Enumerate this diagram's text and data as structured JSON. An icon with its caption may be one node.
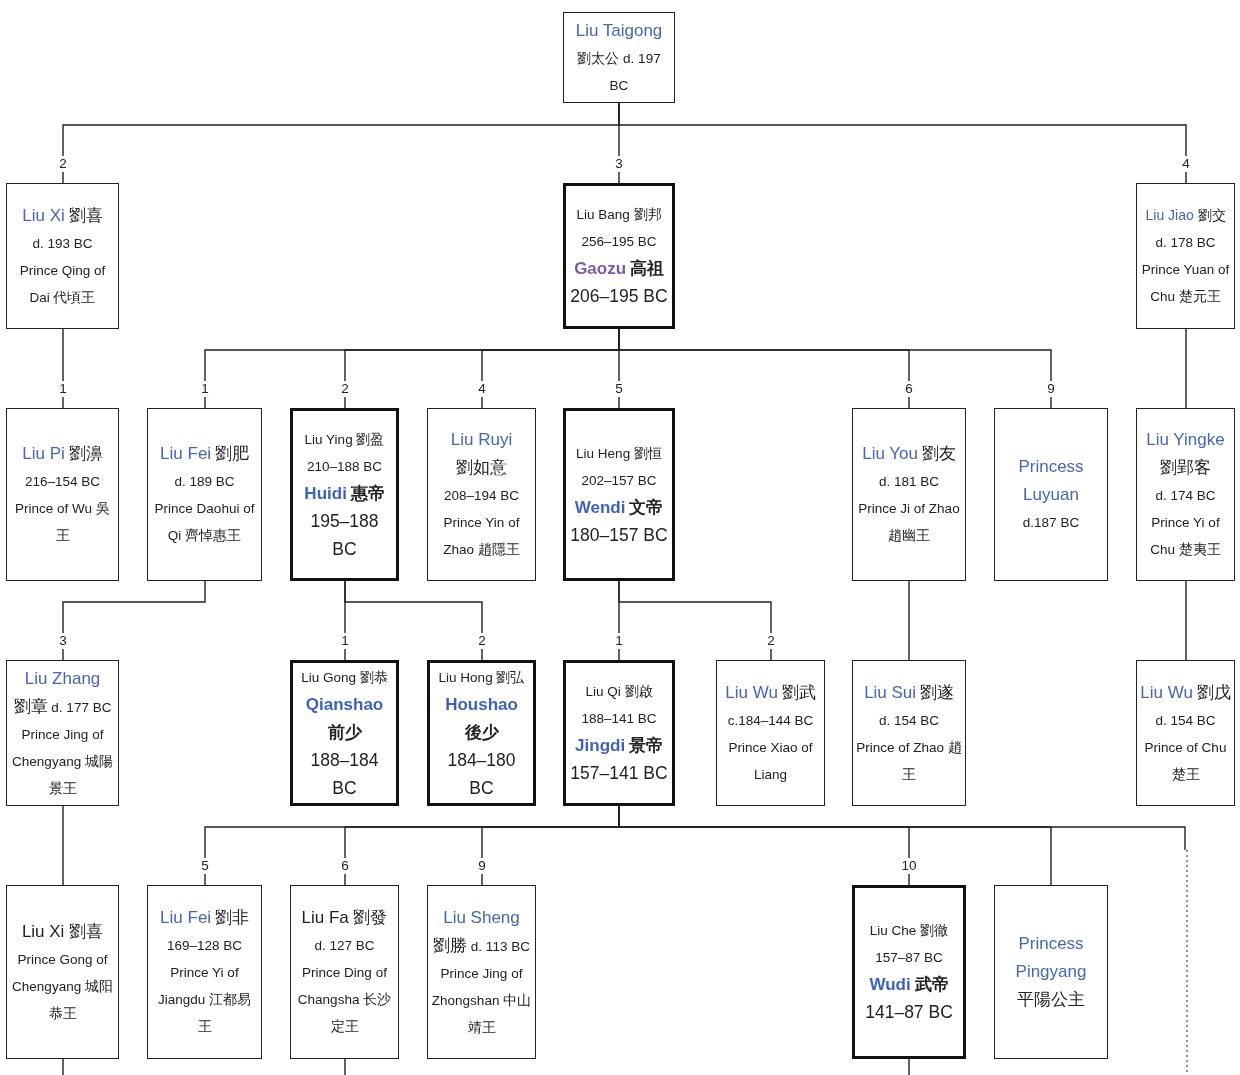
{
  "diagram": {
    "nodes": [
      {
        "text": [
          "Liu Taigong",
          "劉太公",
          "d. 197 BC"
        ]
      },
      {
        "text": [
          "Liu Xi",
          "劉喜",
          "d. 193 BC",
          "Prince Qing of Dai 代頃王"
        ]
      },
      {
        "text": [
          "Liu Bang 劉邦",
          "256–195 BC",
          "Gaozu",
          "高祖",
          "206–195 BC"
        ]
      },
      {
        "text": [
          "Liu Jiao",
          "劉交",
          "d. 178 BC",
          "Prince Yuan of Chu 楚元王"
        ]
      },
      {
        "text": [
          "Liu Pi",
          "劉濞",
          "216–154 BC",
          "Prince of Wu 吳王"
        ]
      },
      {
        "text": [
          "Liu Fei",
          "劉肥",
          "d. 189 BC",
          "Prince Daohui of Qi 齊悼惠王"
        ]
      },
      {
        "text": [
          "Liu Ying 劉盈",
          "210–188 BC",
          "Huidi",
          "惠帝",
          "195–188 BC"
        ]
      },
      {
        "text": [
          "Liu Ruyi",
          "劉如意",
          "208–194 BC",
          "Prince Yin of Zhao 趙隱王"
        ]
      },
      {
        "text": [
          "Liu Heng 劉恒",
          "202–157 BC",
          "Wendi",
          "文帝",
          "180–157 BC"
        ]
      },
      {
        "text": [
          "Liu You",
          "劉友",
          "d. 181 BC",
          "Prince Ji of Zhao 趙幽王"
        ]
      },
      {
        "text": [
          "Princess Luyuan",
          "d.187 BC"
        ]
      },
      {
        "text": [
          "Liu Yingke",
          "劉郢客",
          "d. 174 BC",
          "Prince Yi of Chu 楚夷王"
        ]
      },
      {
        "text": [
          "Liu Zhang",
          "劉章",
          "d. 177 BC",
          "Prince Jing of Chengyang 城陽景王"
        ]
      },
      {
        "text": [
          "Liu Gong 劉恭",
          "Qianshao",
          "前少",
          "188–184 BC"
        ]
      },
      {
        "text": [
          "Liu Hong 劉弘",
          "Houshao",
          "後少",
          "184–180 BC"
        ]
      },
      {
        "text": [
          "Liu Qi 劉啟",
          "188–141 BC",
          "Jingdi",
          "景帝",
          "157–141 BC"
        ]
      },
      {
        "text": [
          "Liu Wu",
          "劉武",
          "c.184–144 BC",
          "Prince Xiao of Liang"
        ]
      },
      {
        "text": [
          "Liu Sui",
          "劉遂",
          "d. 154 BC",
          "Prince of Zhao 趙王"
        ]
      },
      {
        "text": [
          "Liu Wu",
          "劉戊",
          "d. 154 BC",
          "Prince of Chu 楚王"
        ]
      },
      {
        "text": [
          "Liu Xi 劉喜",
          "Prince Gong of Chengyang 城阳恭王"
        ]
      },
      {
        "text": [
          "Liu Fei",
          "劉非",
          "169–128 BC",
          "Prince Yi of Jiangdu 江都易王"
        ]
      },
      {
        "text": [
          "Liu Fa 劉發",
          "d. 127 BC",
          "Prince Ding of Changsha 长沙定王"
        ]
      },
      {
        "text": [
          "Liu Sheng",
          "劉勝",
          "d. 113 BC",
          "Prince Jing of Zhongshan 中山靖王"
        ]
      },
      {
        "text": [
          "Liu Che 劉徹",
          "157–87 BC",
          "Wudi",
          "武帝",
          "141–87 BC"
        ]
      },
      {
        "text": [
          "Princess Pingyang",
          "平陽公主"
        ]
      }
    ],
    "edges": [
      {
        "from": 0,
        "to": 1,
        "arrow": "none",
        "label": "2"
      },
      {
        "from": 0,
        "to": 2,
        "arrow": "none",
        "label": "3"
      },
      {
        "from": 0,
        "to": 3,
        "arrow": "none",
        "label": "4"
      },
      {
        "from": 1,
        "to": 4,
        "arrow": "none",
        "label": "1"
      },
      {
        "from": 2,
        "to": 5,
        "arrow": "none",
        "label": "1"
      },
      {
        "from": 2,
        "to": 6,
        "arrow": "none",
        "label": "2"
      },
      {
        "from": 2,
        "to": 7,
        "arrow": "none",
        "label": "4"
      },
      {
        "from": 2,
        "to": 8,
        "arrow": "none",
        "label": "5"
      },
      {
        "from": 2,
        "to": 9,
        "arrow": "none",
        "label": "6"
      },
      {
        "from": 2,
        "to": 10,
        "arrow": "none",
        "label": "9"
      },
      {
        "from": 3,
        "to": 11,
        "arrow": "none"
      },
      {
        "from": 5,
        "to": 12,
        "arrow": "none",
        "label": "3"
      },
      {
        "from": 6,
        "to": 13,
        "arrow": "none",
        "label": "1"
      },
      {
        "from": 6,
        "to": 14,
        "arrow": "none",
        "label": "2"
      },
      {
        "from": 8,
        "to": 15,
        "arrow": "none",
        "label": "1"
      },
      {
        "from": 8,
        "to": 16,
        "arrow": "none",
        "label": "2"
      },
      {
        "from": 9,
        "to": 17,
        "arrow": "none"
      },
      {
        "from": 11,
        "to": 18,
        "arrow": "none"
      },
      {
        "from": 12,
        "to": 19,
        "arrow": "none"
      },
      {
        "from": 15,
        "to": 20,
        "arrow": "none",
        "label": "5"
      },
      {
        "from": 15,
        "to": 21,
        "arrow": "none",
        "label": "6"
      },
      {
        "from": 15,
        "to": 22,
        "arrow": "none",
        "label": "9"
      },
      {
        "from": 15,
        "to": 23,
        "arrow": "none",
        "label": "10"
      },
      {
        "from": 15,
        "to": 24,
        "arrow": "none"
      },
      {
        "from": 15,
        "to": null,
        "arrow": "none"
      },
      {
        "from": 19,
        "to": null,
        "arrow": "none"
      },
      {
        "from": 21,
        "to": null,
        "arrow": "none"
      },
      {
        "from": 23,
        "to": null,
        "arrow": "none"
      }
    ]
  }
}
